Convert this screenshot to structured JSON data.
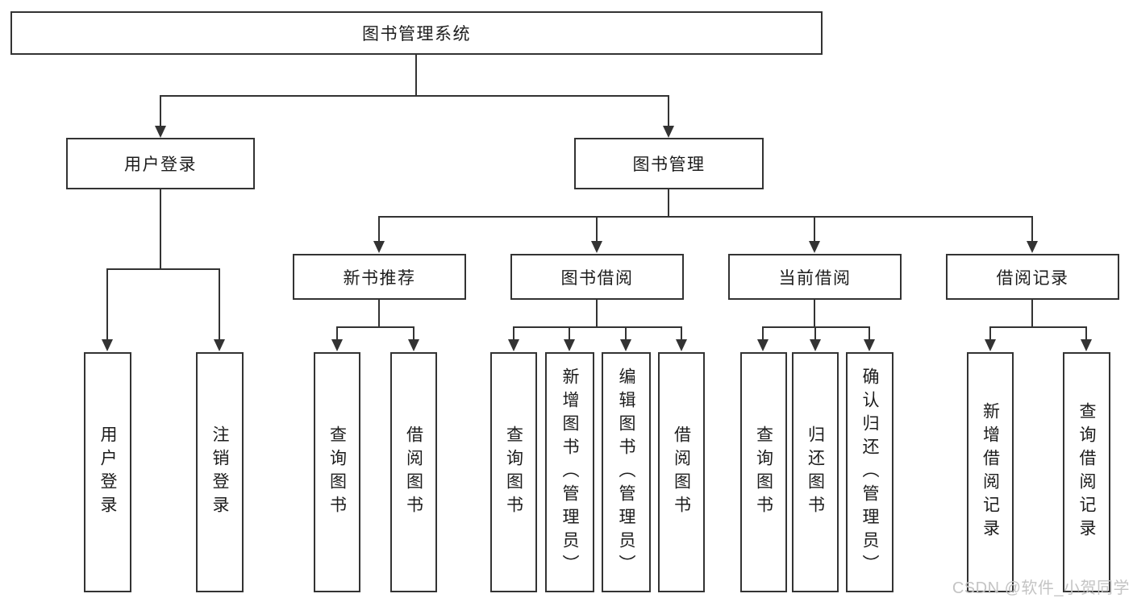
{
  "tree": {
    "root_label": "图书管理系统",
    "branches": [
      {
        "label": "用户登录",
        "leaves": [
          "用户登录",
          "注销登录"
        ]
      },
      {
        "label": "图书管理",
        "groups": [
          {
            "label": "新书推荐",
            "leaves": [
              "查询图书",
              "借阅图书"
            ]
          },
          {
            "label": "图书借阅",
            "leaves": [
              "查询图书",
              "新增图书（管理员）",
              "编辑图书（管理员）",
              "借阅图书"
            ]
          },
          {
            "label": "当前借阅",
            "leaves": [
              "查询图书",
              "归还图书",
              "确认归还（管理员）"
            ]
          },
          {
            "label": "借阅记录",
            "leaves": [
              "新增借阅记录",
              "查询借阅记录"
            ]
          }
        ]
      }
    ]
  },
  "watermark": {
    "text": "CSDN @软件_小贺同学"
  },
  "colors": {
    "line": "#333333",
    "box_border": "#333333",
    "text": "#1c1c1c",
    "watermark": "#c4c4c4",
    "background": "#ffffff"
  }
}
